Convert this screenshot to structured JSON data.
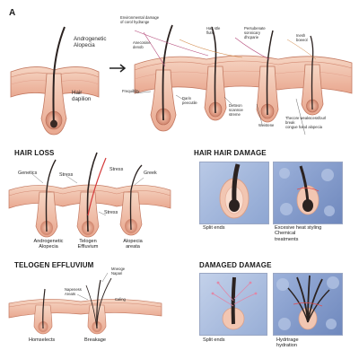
{
  "figure_label": "A",
  "top": {
    "left_labels": {
      "alopecia": "Androgenetic\nAlopecia",
      "papilla": "Hair\ndapilion"
    },
    "right_labels": [
      "Environmental damage\nof corol hydrange",
      "Anecosine\ndenob",
      "Hair stle\nfluts",
      "Persubenate\nsonnicary\ndhcparie",
      "Inesh\nboeeol",
      "Frequiblity",
      "Darin\npeecutile",
      "Detteon\nscannoe\nstreme",
      "Weistene",
      "Thecore weakscessfourl\nbreak\ncongue hand alopecia"
    ]
  },
  "hair_loss": {
    "title": "HAIR LOSS",
    "labels": [
      "Genetics",
      "Stress",
      "Stress",
      "Greek",
      "Stress"
    ],
    "captions": [
      "Androgenetic\nAlopecia",
      "Telogen\nEffluvium",
      "Alopecia\nareata"
    ]
  },
  "hair_damage": {
    "title": "HAIR HAIR DAMAGE",
    "captions": [
      "Split ends",
      "Excesive heat styling\nChemical\ntreatments"
    ]
  },
  "telogen": {
    "title": "TELOGEN EFFLUVIUM",
    "labels": [
      "Mneoge\nNapari",
      "Napeness\nAreats",
      "Caling"
    ],
    "captions": [
      "Homselects",
      "Breakage"
    ]
  },
  "damaged_damage": {
    "title": "DAMAGED DAMAGE",
    "captions": [
      "Split ends",
      "Hydrtrage\nhydration"
    ]
  },
  "colors": {
    "skin_top": "#f4cdb7",
    "skin_bottom": "#e8a48b",
    "epidermis": "#c9826d",
    "hair": "#2b2220",
    "blue_panel": "#9fb3d8"
  }
}
